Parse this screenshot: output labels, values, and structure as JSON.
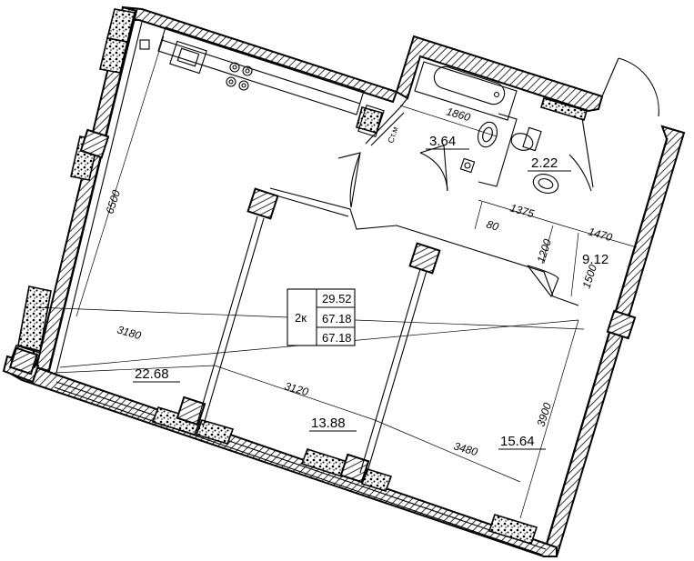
{
  "floorplan": {
    "apartment_type": "2к",
    "summary": [
      "29.52",
      "67.18",
      "67.18"
    ],
    "rooms": [
      {
        "id": "living",
        "area": "22.68"
      },
      {
        "id": "bedroom",
        "area": "13.88"
      },
      {
        "id": "bedroom2",
        "area": "15.64"
      },
      {
        "id": "bath",
        "area": "3.64"
      },
      {
        "id": "wc",
        "area": "2.22"
      },
      {
        "id": "hall",
        "area": "9.12"
      }
    ],
    "dimensions": [
      "6500",
      "3180",
      "3120",
      "3480",
      "3900",
      "1860",
      "1375",
      "80",
      "1200",
      "1470",
      "1500"
    ],
    "labels": {
      "laundry": "Ст.м"
    },
    "colors": {
      "ink": "#000000",
      "paper": "#ffffff"
    }
  }
}
